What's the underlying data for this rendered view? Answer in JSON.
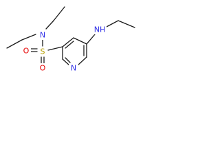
{
  "molecule": {
    "atoms": {
      "n_sulfonamide": "N",
      "sulfur": "S",
      "oxygen_top": "O",
      "oxygen_bottom": "O",
      "n_amino": "NH",
      "n_pyridine": "N"
    },
    "colors": {
      "nitrogen": "#2b2be6",
      "oxygen": "#e60000",
      "sulfur": "#b8a000",
      "carbon": "#1a1a1a"
    }
  }
}
